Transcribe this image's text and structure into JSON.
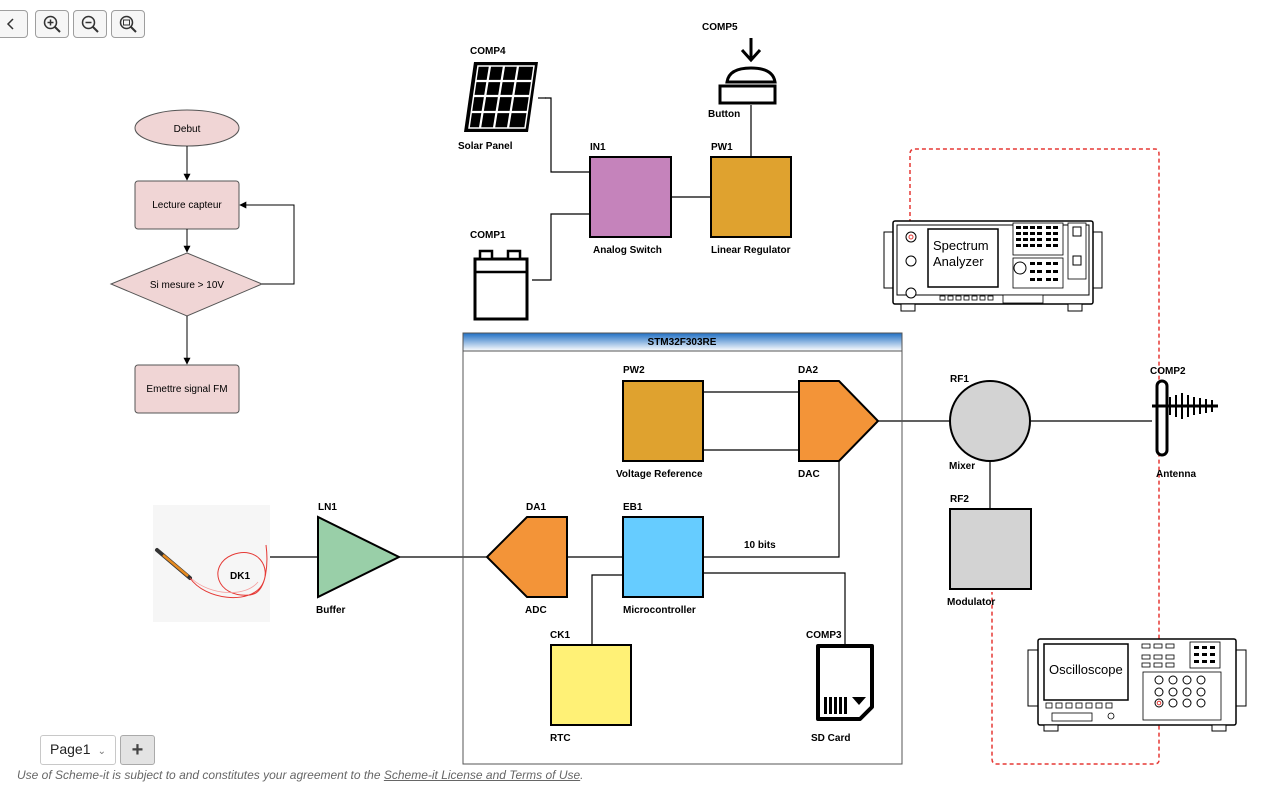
{
  "toolbar": {
    "back_icon": "chevron-left-icon",
    "zoom_in_icon": "zoom-in-icon",
    "zoom_out_icon": "zoom-out-icon",
    "zoom_fit_icon": "zoom-fit-icon"
  },
  "flowchart": {
    "start": "Debut",
    "read": "Lecture capteur",
    "decision": "Si mesure > 10V",
    "emit": "Emettre signal FM"
  },
  "labels": {
    "comp4_ref": "COMP4",
    "comp4_name": "Solar Panel",
    "comp5_ref": "COMP5",
    "comp5_name": "Button",
    "comp1_ref": "COMP1",
    "in1_ref": "IN1",
    "in1_name": "Analog Switch",
    "pw1_ref": "PW1",
    "pw1_name": "Linear Regulator",
    "spectrum": "Spectrum Analyzer",
    "mcu_title": "STM32F303RE",
    "pw2_ref": "PW2",
    "pw2_name": "Voltage Reference",
    "da2_ref": "DA2",
    "da2_name": "DAC",
    "rf1_ref": "RF1",
    "rf1_name": "Mixer",
    "comp2_ref": "COMP2",
    "comp2_name": "Antenna",
    "rf2_ref": "RF2",
    "rf2_name": "Modulator",
    "dk1_ref": "DK1",
    "ln1_ref": "LN1",
    "ln1_name": "Buffer",
    "da1_ref": "DA1",
    "da1_name": "ADC",
    "eb1_ref": "EB1",
    "eb1_name": "Microcontroller",
    "bus_label": "10 bits",
    "ck1_ref": "CK1",
    "ck1_name": "RTC",
    "comp3_ref": "COMP3",
    "comp3_name": "SD Card",
    "oscilloscope": "Oscilloscope"
  },
  "colors": {
    "analog_switch": "#c583bb",
    "regulator": "#dfa22f",
    "converter": "#f39438",
    "microcontroller": "#66ccff",
    "rtc": "#fff176",
    "buffer": "#99cfa8",
    "rf_block": "#d3d3d3",
    "flowchart": "#f0d5d5",
    "probe": "#e53935"
  },
  "pages": {
    "current": "Page1",
    "add_label": "+"
  },
  "footer": {
    "prefix": "Use of Scheme-it is subject to and constitutes your agreement to the ",
    "link": "Scheme-it License and Terms of Use",
    "suffix": "."
  }
}
